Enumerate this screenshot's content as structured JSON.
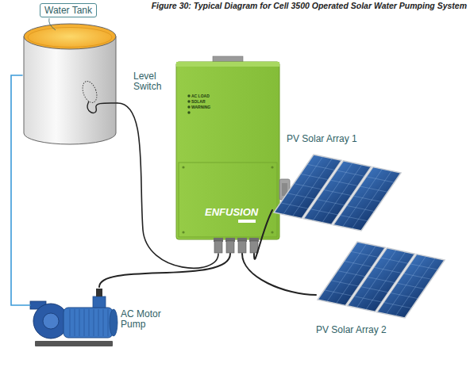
{
  "diagram": {
    "title": "Figure 30: Typical Diagram for Cell 3500 Operated Solar Water Pumping System",
    "nodes": [
      {
        "text": [
          "Water Tank"
        ]
      },
      {
        "text": [
          "AC LOAD",
          "SOLAR",
          "WARNING",
          "ENFUSION"
        ]
      },
      {
        "text": [
          "PV Solar Array 1"
        ]
      },
      {
        "text": [
          "PV Solar Array 2"
        ]
      },
      {
        "text": [
          "AC Motor Pump"
        ]
      }
    ],
    "edges": [
      {
        "from": 0,
        "to": 1,
        "arrow": "none"
      },
      {
        "from": 4,
        "to": 1,
        "arrow": "none"
      },
      {
        "from": 2,
        "to": 1,
        "arrow": "none"
      },
      {
        "from": 3,
        "to": 1,
        "arrow": "none"
      },
      {
        "from": 0,
        "to": 4,
        "arrow": "none"
      }
    ],
    "labels": [
      "Level Switch"
    ]
  }
}
